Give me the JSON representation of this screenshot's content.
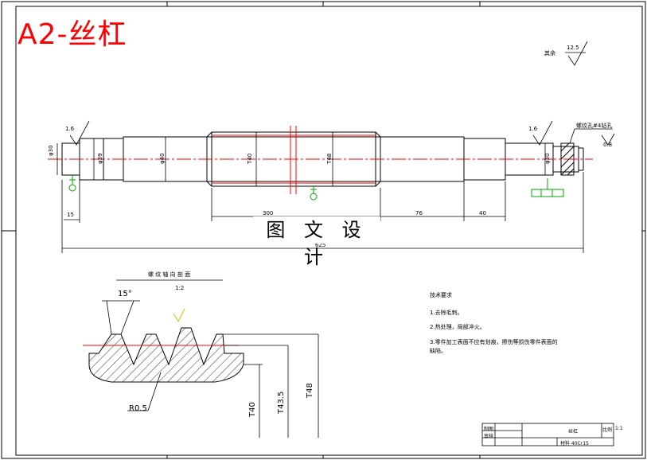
{
  "drawing": {
    "title": "A2-丝杠",
    "watermark": "图 文 设 计"
  },
  "roughness": {
    "other_label": "其余",
    "other_value": "12.5",
    "left_value": "1.6",
    "right_value": "1.6",
    "runout_value": "0.8"
  },
  "shaft_labels": {
    "hole_note": "螺纹孔#4钻孔",
    "d30_left": "φ30",
    "d39": "φ39",
    "d40": "φ40",
    "t40": "T40",
    "t48": "T48",
    "d30_right": "φ30",
    "dim_15": "15",
    "dim_300": "300",
    "dim_76": "76",
    "dim_40": "40",
    "dim_total": "625"
  },
  "section_view": {
    "title": "螺 纹 轴 向 剖 面",
    "scale": "1:2",
    "angle": "15°",
    "radius": "R0.5",
    "dim_t40": "T40",
    "dim_t435": "T43.5",
    "dim_t48": "T48"
  },
  "tech_notes": {
    "heading": "技术要求",
    "items": [
      "1.去除毛刺。",
      "2.热处理，局部淬火。",
      "3.零件加工表面不应有划痕，擦伤等损伤零件表面的",
      "缺陷。"
    ]
  },
  "title_block": {
    "drawn_by": "制图",
    "checked_by": "审核",
    "part_name": "丝杠",
    "scale_label": "比例",
    "scale_value": "1:1",
    "material": "材料 40Cr15"
  }
}
